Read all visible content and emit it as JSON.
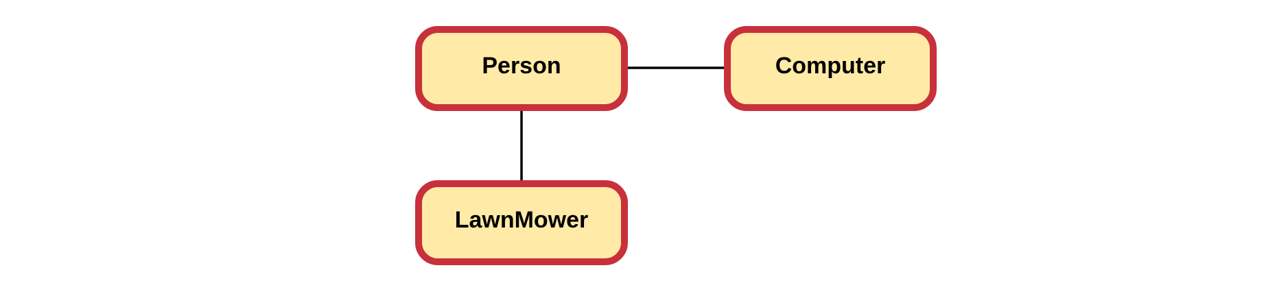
{
  "diagram": {
    "colors": {
      "node_fill": "#ffeaa7",
      "node_border": "#c8303b",
      "edge": "#000000",
      "text": "#000000",
      "background": "#ffffff"
    },
    "nodes": [
      {
        "id": "person",
        "label": "Person"
      },
      {
        "id": "computer",
        "label": "Computer"
      },
      {
        "id": "lawnmower",
        "label": "LawnMower"
      }
    ],
    "edges": [
      {
        "from": "person",
        "to": "computer"
      },
      {
        "from": "person",
        "to": "lawnmower"
      }
    ]
  }
}
